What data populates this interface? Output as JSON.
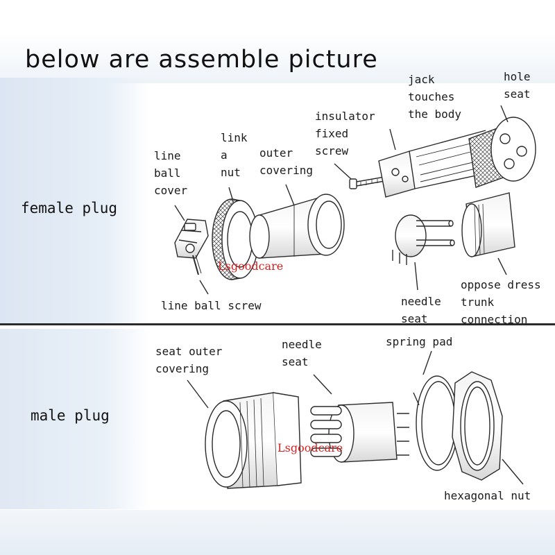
{
  "title": "below are assemble picture",
  "sections": {
    "female": "female plug",
    "male": "male plug"
  },
  "labels": {
    "line_ball_cover": "line\nball\ncover",
    "link_a_nut": "link\na\nnut",
    "outer_covering": "outer\ncovering",
    "insulator_fixed_screw": "insulator\nfixed\nscrew",
    "jack_touches_body": "jack\ntouches\nthe body",
    "hole_seat": "hole\nseat",
    "line_ball_screw": "line ball screw",
    "needle_seat_female": "needle\nseat",
    "oppose_dress": "oppose dress\ntrunk\nconnection",
    "seat_outer_covering": "seat outer\ncovering",
    "needle_seat_male": "needle\nseat",
    "spring_pad": "spring pad",
    "hexagonal_nut": "hexagonal nut"
  },
  "watermark": "Lsgoodcare",
  "colors": {
    "background_band": "#dce6f2",
    "watermark": "#d42020",
    "line": "#2a2a2a"
  }
}
